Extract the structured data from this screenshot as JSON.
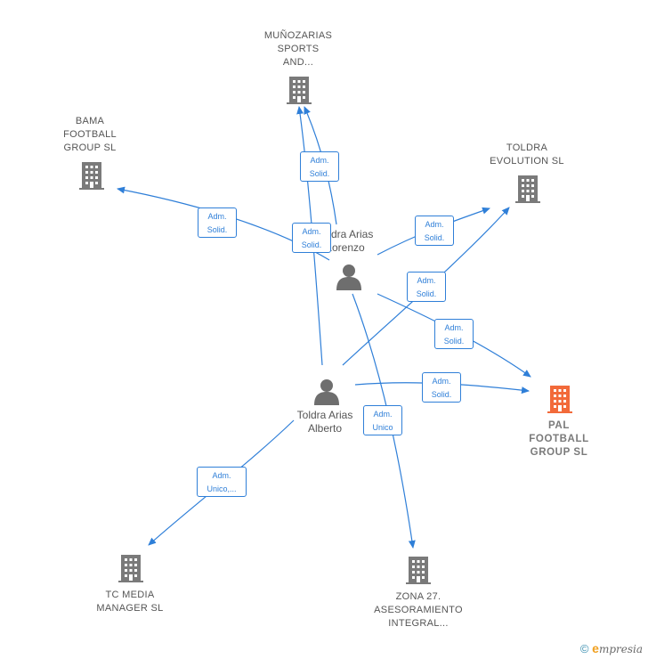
{
  "companies": {
    "munozarias": {
      "label": "MUÑOZARIAS\nSPORTS\nAND..."
    },
    "bama": {
      "label": "BAMA\nFOOTBALL\nGROUP  SL"
    },
    "toldra_evolution": {
      "label": "TOLDRA\nEVOLUTION  SL"
    },
    "pal": {
      "label": "PAL\nFOOTBALL\nGROUP  SL"
    },
    "tc_media": {
      "label": "TC MEDIA\nMANAGER SL"
    },
    "zona27": {
      "label": "ZONA 27.\nASESORAMIENTO\nINTEGRAL..."
    }
  },
  "persons": {
    "lorenzo": {
      "label": "Toldra Arias\nLorenzo"
    },
    "alberto": {
      "label": "Toldra Arias\nAlberto"
    }
  },
  "edges": {
    "e1": {
      "line1": "Adm.",
      "line2": "Solid."
    },
    "e2": {
      "line1": "Adm.",
      "line2": "Solid."
    },
    "e3": {
      "line1": "Adm.",
      "line2": "Solid."
    },
    "e4": {
      "line1": "Adm.",
      "line2": "Solid."
    },
    "e5": {
      "line1": "Adm.",
      "line2": "Solid."
    },
    "e6": {
      "line1": "Adm.",
      "line2": "Solid."
    },
    "e7": {
      "line1": "Adm.",
      "line2": "Solid."
    },
    "e8": {
      "line1": "Adm.",
      "line2": "Unico"
    },
    "e9": {
      "line1": "Adm.",
      "line2": "Unico,..."
    }
  },
  "colors": {
    "edge": "#2f7fd8",
    "building": "#7a7a7a",
    "main_building": "#f26a3a",
    "person": "#6e6e6e"
  },
  "footer": {
    "copyright_symbol": "©",
    "brand_initial": "e",
    "brand_rest": "mpresia"
  }
}
